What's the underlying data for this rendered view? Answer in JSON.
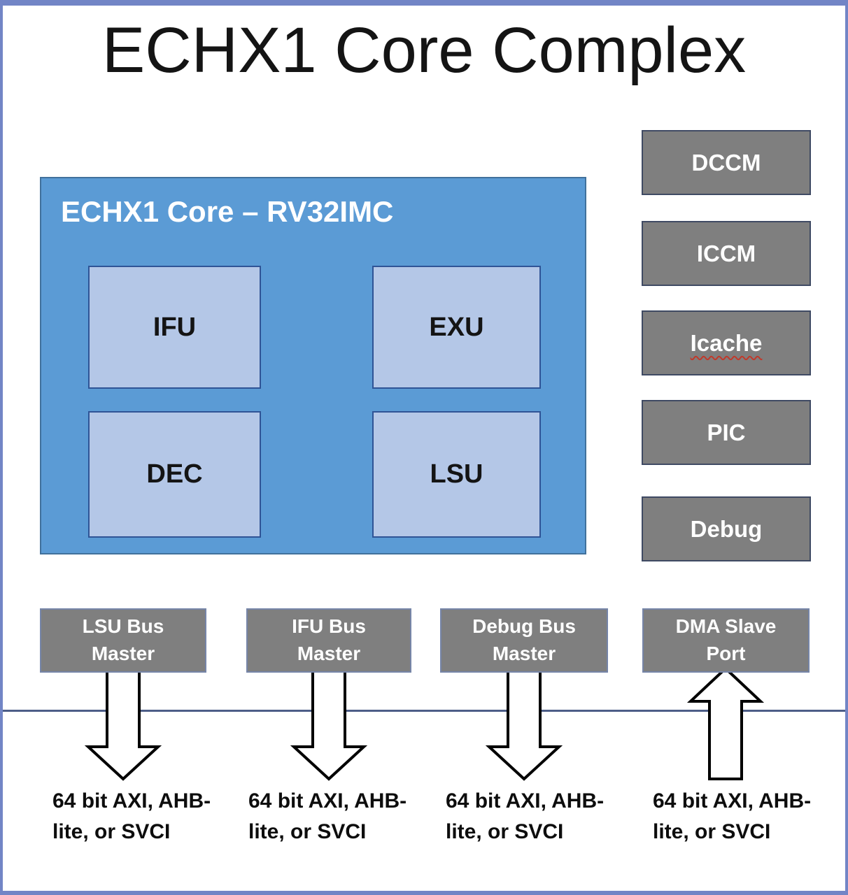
{
  "title": "ECHX1 Core Complex",
  "core": {
    "label": "ECHX1 Core – RV32IMC",
    "units": [
      {
        "label": "IFU"
      },
      {
        "label": "EXU"
      },
      {
        "label": "DEC"
      },
      {
        "label": "LSU"
      }
    ]
  },
  "memories": [
    {
      "label": "DCCM"
    },
    {
      "label": "ICCM"
    },
    {
      "label": "Icache",
      "spellcheck_underline": true
    },
    {
      "label": "PIC"
    },
    {
      "label": "Debug"
    }
  ],
  "ports": [
    {
      "label": "LSU Bus\nMaster",
      "arrow": "down",
      "caption": "64 bit AXI, AHB-\nlite, or SVCI"
    },
    {
      "label": "IFU Bus\nMaster",
      "arrow": "down",
      "caption": "64 bit AXI, AHB-\nlite, or SVCI"
    },
    {
      "label": "Debug Bus\nMaster",
      "arrow": "down",
      "caption": "64 bit AXI, AHB-\nlite, or SVCI"
    },
    {
      "label": "DMA Slave\nPort",
      "arrow": "up",
      "caption": "64 bit AXI, AHB-\nlite, or SVCI"
    }
  ],
  "colors": {
    "core_fill": "#5b9bd5",
    "core_border": "#41719c",
    "unit_fill": "#b4c7e7",
    "unit_border": "#2f5496",
    "memory_fill": "#7f7f7f",
    "memory_border": "#3f4a63",
    "port_border": "#7685a8",
    "page_border": "#7285c6",
    "divider": "#4d5e88",
    "spellcheck_red": "#c0392b",
    "text_on_dark": "#ffffff",
    "text_on_light": "#141414"
  }
}
